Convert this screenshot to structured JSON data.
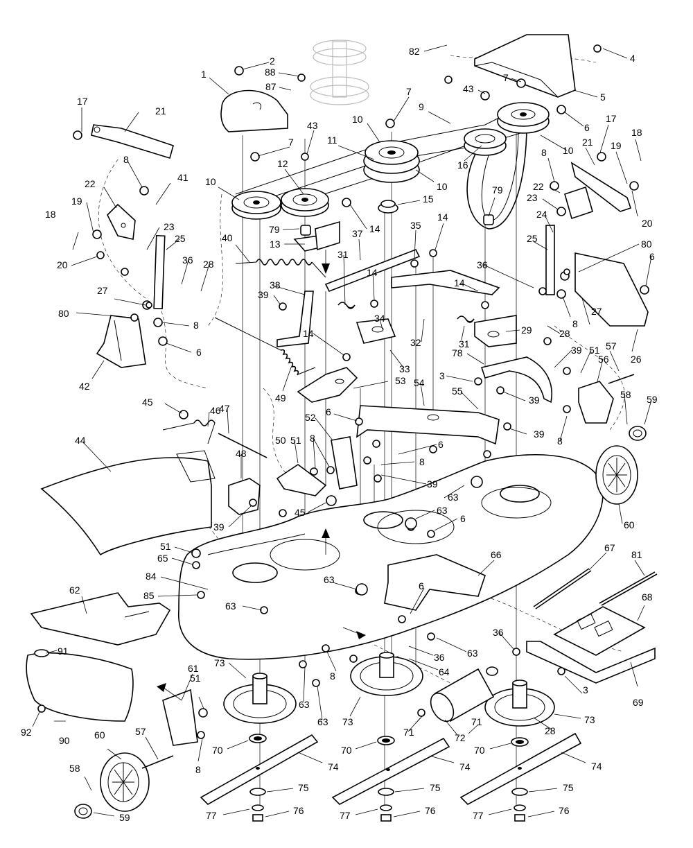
{
  "callouts": [
    {
      "id": "c1",
      "text": "1"
    },
    {
      "id": "c2",
      "text": "2"
    },
    {
      "id": "c88",
      "text": "88"
    },
    {
      "id": "c87",
      "text": "87"
    },
    {
      "id": "c82",
      "text": "82"
    },
    {
      "id": "c4",
      "text": "4"
    },
    {
      "id": "c5",
      "text": "5"
    },
    {
      "id": "c7a",
      "text": "7"
    },
    {
      "id": "c43a",
      "text": "43"
    },
    {
      "id": "c7b",
      "text": "7"
    },
    {
      "id": "c9",
      "text": "9"
    },
    {
      "id": "c6a",
      "text": "6"
    },
    {
      "id": "c17a",
      "text": "17"
    },
    {
      "id": "c21a",
      "text": "21"
    },
    {
      "id": "c10a",
      "text": "10"
    },
    {
      "id": "c10b",
      "text": "10"
    },
    {
      "id": "c17b",
      "text": "17"
    },
    {
      "id": "c18a",
      "text": "18"
    },
    {
      "id": "c43b",
      "text": "43"
    },
    {
      "id": "c7c",
      "text": "7"
    },
    {
      "id": "c11",
      "text": "11"
    },
    {
      "id": "c16",
      "text": "16"
    },
    {
      "id": "c8a",
      "text": "8"
    },
    {
      "id": "c21b",
      "text": "21"
    },
    {
      "id": "c19a",
      "text": "19"
    },
    {
      "id": "c12",
      "text": "12"
    },
    {
      "id": "c10c",
      "text": "10"
    },
    {
      "id": "c10d",
      "text": "10"
    },
    {
      "id": "c22a",
      "text": "22"
    },
    {
      "id": "c8b",
      "text": "8"
    },
    {
      "id": "c41",
      "text": "41"
    },
    {
      "id": "c79a",
      "text": "79"
    },
    {
      "id": "c22b",
      "text": "22"
    },
    {
      "id": "c23a",
      "text": "23"
    },
    {
      "id": "c20a",
      "text": "20"
    },
    {
      "id": "c15",
      "text": "15"
    },
    {
      "id": "c19b",
      "text": "19"
    },
    {
      "id": "c18b",
      "text": "18"
    },
    {
      "id": "c14a",
      "text": "14"
    },
    {
      "id": "c79b",
      "text": "79"
    },
    {
      "id": "c14b",
      "text": "14"
    },
    {
      "id": "c24",
      "text": "24"
    },
    {
      "id": "c35",
      "text": "35"
    },
    {
      "id": "c23b",
      "text": "23"
    },
    {
      "id": "c25a",
      "text": "25"
    },
    {
      "id": "c13",
      "text": "13"
    },
    {
      "id": "c20b",
      "text": "20"
    },
    {
      "id": "c40",
      "text": "40"
    },
    {
      "id": "c37",
      "text": "37"
    },
    {
      "id": "c80a",
      "text": "80"
    },
    {
      "id": "c25b",
      "text": "25"
    },
    {
      "id": "c6b",
      "text": "6"
    },
    {
      "id": "c36a",
      "text": "36"
    },
    {
      "id": "c28a",
      "text": "28"
    },
    {
      "id": "c31a",
      "text": "31"
    },
    {
      "id": "c36b",
      "text": "36"
    },
    {
      "id": "c38",
      "text": "38"
    },
    {
      "id": "c14c",
      "text": "14"
    },
    {
      "id": "c27a",
      "text": "27"
    },
    {
      "id": "c39a",
      "text": "39"
    },
    {
      "id": "c14d",
      "text": "14"
    },
    {
      "id": "c80b",
      "text": "80"
    },
    {
      "id": "c8c",
      "text": "8"
    },
    {
      "id": "c8d",
      "text": "8"
    },
    {
      "id": "c27b",
      "text": "27"
    },
    {
      "id": "c34",
      "text": "34"
    },
    {
      "id": "c29",
      "text": "29"
    },
    {
      "id": "c28b",
      "text": "28"
    },
    {
      "id": "c6c",
      "text": "6"
    },
    {
      "id": "c32",
      "text": "32"
    },
    {
      "id": "c31b",
      "text": "31"
    },
    {
      "id": "c14e",
      "text": "14"
    },
    {
      "id": "c26",
      "text": "26"
    },
    {
      "id": "c57a",
      "text": "57"
    },
    {
      "id": "c42",
      "text": "42"
    },
    {
      "id": "c33",
      "text": "33"
    },
    {
      "id": "c78",
      "text": "78"
    },
    {
      "id": "c39b",
      "text": "39"
    },
    {
      "id": "c51a",
      "text": "51"
    },
    {
      "id": "c56",
      "text": "56"
    },
    {
      "id": "c3a",
      "text": "3"
    },
    {
      "id": "c53",
      "text": "53"
    },
    {
      "id": "c54",
      "text": "54"
    },
    {
      "id": "c49",
      "text": "49"
    },
    {
      "id": "c55",
      "text": "55"
    },
    {
      "id": "c39c",
      "text": "39"
    },
    {
      "id": "c58a",
      "text": "58"
    },
    {
      "id": "c59a",
      "text": "59"
    },
    {
      "id": "c46",
      "text": "46"
    },
    {
      "id": "c45a",
      "text": "45"
    },
    {
      "id": "c47",
      "text": "47"
    },
    {
      "id": "c52",
      "text": "52"
    },
    {
      "id": "c6d",
      "text": "6"
    },
    {
      "id": "c39d",
      "text": "39"
    },
    {
      "id": "c8e",
      "text": "8"
    },
    {
      "id": "c44",
      "text": "44"
    },
    {
      "id": "c50",
      "text": "50"
    },
    {
      "id": "c51b",
      "text": "51"
    },
    {
      "id": "c8f",
      "text": "8"
    },
    {
      "id": "c6e",
      "text": "6"
    },
    {
      "id": "c48",
      "text": "48"
    },
    {
      "id": "c8g",
      "text": "8"
    },
    {
      "id": "c39e",
      "text": "39"
    },
    {
      "id": "c63a",
      "text": "63"
    },
    {
      "id": "c60a",
      "text": "60"
    },
    {
      "id": "c63b",
      "text": "63"
    },
    {
      "id": "c6f",
      "text": "6"
    },
    {
      "id": "c39f",
      "text": "39"
    },
    {
      "id": "c45b",
      "text": "45"
    },
    {
      "id": "c51c",
      "text": "51"
    },
    {
      "id": "c65",
      "text": "65"
    },
    {
      "id": "c66",
      "text": "66"
    },
    {
      "id": "c67",
      "text": "67"
    },
    {
      "id": "c81",
      "text": "81"
    },
    {
      "id": "c84",
      "text": "84"
    },
    {
      "id": "c63c",
      "text": "63"
    },
    {
      "id": "c62",
      "text": "62"
    },
    {
      "id": "c85",
      "text": "85"
    },
    {
      "id": "c6g",
      "text": "6"
    },
    {
      "id": "c63d",
      "text": "63"
    },
    {
      "id": "c68",
      "text": "68"
    },
    {
      "id": "c36c",
      "text": "36"
    },
    {
      "id": "c91",
      "text": "91"
    },
    {
      "id": "c36d",
      "text": "36"
    },
    {
      "id": "c63e",
      "text": "63"
    },
    {
      "id": "c73a",
      "text": "73"
    },
    {
      "id": "c61",
      "text": "61"
    },
    {
      "id": "c64",
      "text": "64"
    },
    {
      "id": "c3b",
      "text": "3"
    },
    {
      "id": "c69",
      "text": "69"
    },
    {
      "id": "c8h",
      "text": "8"
    },
    {
      "id": "c51d",
      "text": "51"
    },
    {
      "id": "c63f",
      "text": "63"
    },
    {
      "id": "c63g",
      "text": "63"
    },
    {
      "id": "c73b",
      "text": "73"
    },
    {
      "id": "c71a",
      "text": "71"
    },
    {
      "id": "c73c",
      "text": "73"
    },
    {
      "id": "c92",
      "text": "92"
    },
    {
      "id": "c90",
      "text": "90"
    },
    {
      "id": "c60b",
      "text": "60"
    },
    {
      "id": "c57b",
      "text": "57"
    },
    {
      "id": "c71b",
      "text": "71"
    },
    {
      "id": "c72",
      "text": "72"
    },
    {
      "id": "c28c",
      "text": "28"
    },
    {
      "id": "c70a",
      "text": "70"
    },
    {
      "id": "c70b",
      "text": "70"
    },
    {
      "id": "c70c",
      "text": "70"
    },
    {
      "id": "c8i",
      "text": "8"
    },
    {
      "id": "c58b",
      "text": "58"
    },
    {
      "id": "c74a",
      "text": "74"
    },
    {
      "id": "c74b",
      "text": "74"
    },
    {
      "id": "c74c",
      "text": "74"
    },
    {
      "id": "c75a",
      "text": "75"
    },
    {
      "id": "c75b",
      "text": "75"
    },
    {
      "id": "c75c",
      "text": "75"
    },
    {
      "id": "c59b",
      "text": "59"
    },
    {
      "id": "c77a",
      "text": "77"
    },
    {
      "id": "c76a",
      "text": "76"
    },
    {
      "id": "c77b",
      "text": "77"
    },
    {
      "id": "c76b",
      "text": "76"
    },
    {
      "id": "c77c",
      "text": "77"
    },
    {
      "id": "c76c",
      "text": "76"
    }
  ]
}
